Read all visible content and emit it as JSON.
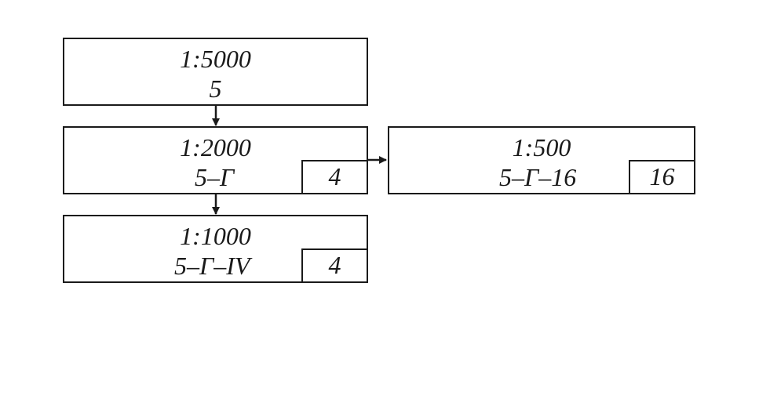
{
  "colors": {
    "ink": "#1a1a1a",
    "background": "#ffffff"
  },
  "nodes": [
    {
      "scale": "1:5000",
      "code": "5",
      "count": null
    },
    {
      "scale": "1:2000",
      "code": "5–Г",
      "count": "4"
    },
    {
      "scale": "1:1000",
      "code": "5–Г–IV",
      "count": "4"
    },
    {
      "scale": "1:500",
      "code": "5–Г–16",
      "count": "16"
    }
  ],
  "edges": [
    {
      "from": "1:5000",
      "to": "1:2000"
    },
    {
      "from": "1:2000",
      "to": "1:1000"
    },
    {
      "from": "1:2000",
      "to": "1:500"
    }
  ]
}
